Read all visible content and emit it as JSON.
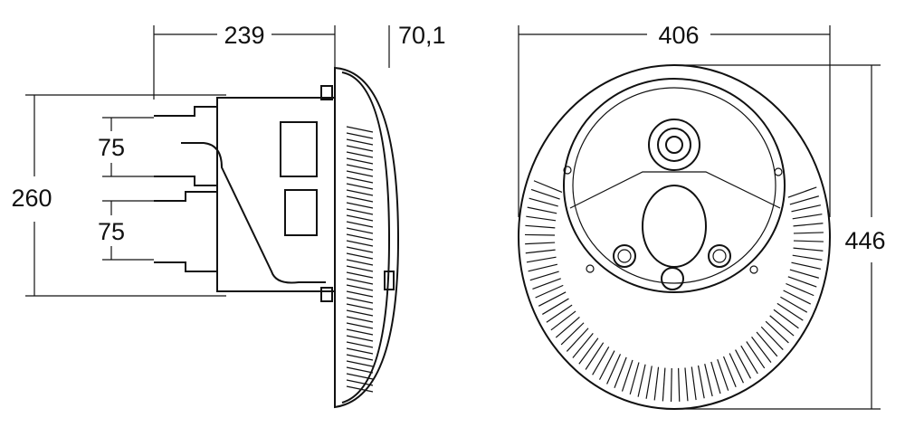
{
  "side_view": {
    "depth_label": "239",
    "flange_label": "70,1",
    "height_label": "260",
    "upper_port_label": "75",
    "lower_port_label": "75"
  },
  "front_view": {
    "width_label": "406",
    "height_label": "446"
  },
  "colors": {
    "line": "#111111",
    "background": "#ffffff"
  }
}
